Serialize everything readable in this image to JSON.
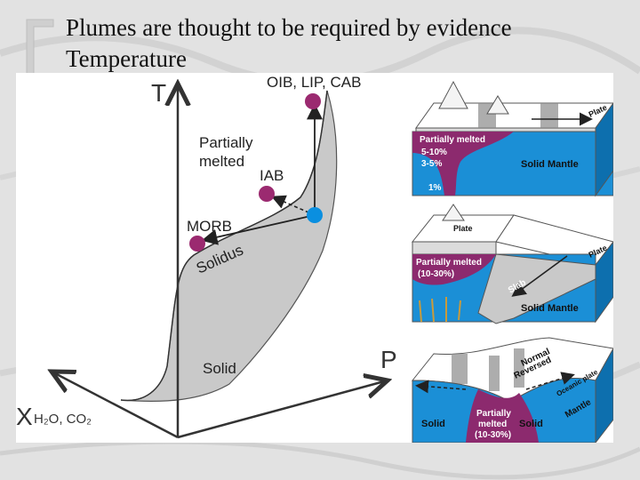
{
  "slide": {
    "title_line1": "Plumes are thought to be required by evidence",
    "title_line2": "Temperature"
  },
  "diagram": {
    "axis_t": "T",
    "axis_p": "P",
    "axis_x": "X",
    "axis_x_subscript": "H₂O, CO₂",
    "label_oib": "OIB, LIP, CAB",
    "label_partially_melted_1": "Partially",
    "label_partially_melted_2": "melted",
    "label_iab": "IAB",
    "label_morb": "MORB",
    "label_solidus": "Solidus",
    "label_solid": "Solid",
    "colors": {
      "purple": "#9b2a70",
      "blue": "#0a8fe0",
      "gray": "#c9c9c9"
    }
  },
  "panels": {
    "p1": {
      "partially_melted": "Partially melted",
      "pct1": "5-10%",
      "pct2": "3-5%",
      "pct3": "1%",
      "solid_mantle": "Solid Mantle",
      "plate": "Plate"
    },
    "p2": {
      "plate_top": "Plate",
      "plate_right": "Plate",
      "partially_melted": "Partially melted",
      "pct": "(10-30%)",
      "slab": "Slab",
      "solid_mantle": "Solid Mantle"
    },
    "p3": {
      "normal": "Normal",
      "reversed": "Reversed",
      "oceanic_plate": "Oceanic plate",
      "mantle": "Mantle",
      "solid_left": "Solid",
      "solid_right": "Solid",
      "partially": "Partially",
      "melted": "melted",
      "pct": "(10-30%)"
    }
  }
}
